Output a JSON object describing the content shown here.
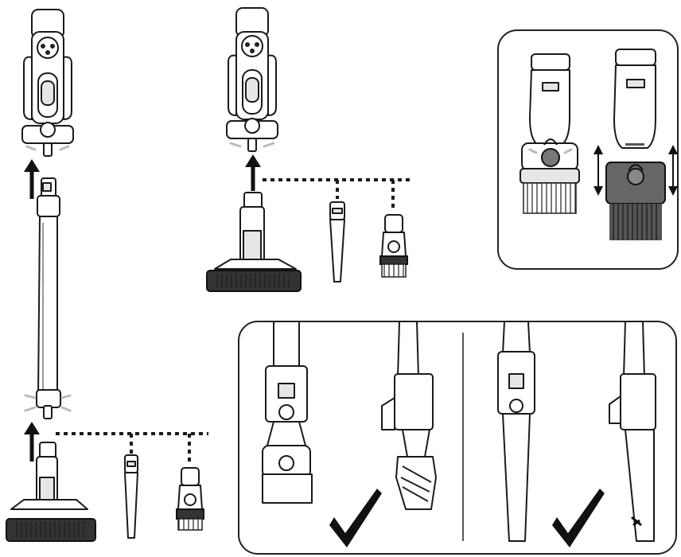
{
  "diagram": {
    "panels": [
      {
        "id": "stick-assembly",
        "caption": ""
      },
      {
        "id": "handheld-assembly",
        "caption": ""
      },
      {
        "id": "brush-adjust-callout",
        "caption": ""
      },
      {
        "id": "accessory-fit-callout",
        "caption": ""
      }
    ],
    "icons": {
      "check": "checkmark-icon",
      "arrow_up": "arrow-up-icon",
      "arrow_updown": "double-arrow-icon"
    },
    "colors": {
      "outline": "#1a1a1a",
      "light_fill": "#e6e6e6",
      "dark_fill": "#555555"
    }
  }
}
